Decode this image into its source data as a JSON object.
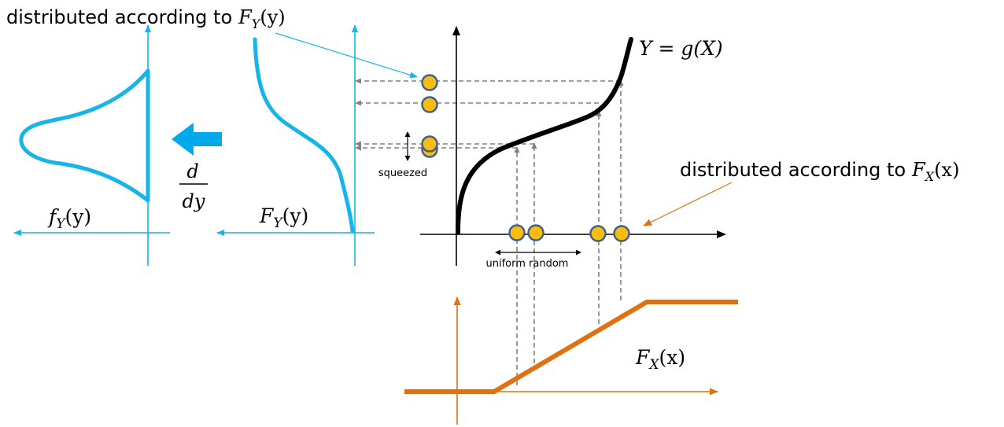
{
  "labels": {
    "top_annotation": "distributed according to",
    "top_annotation_math": "F",
    "top_annotation_sub": "Y",
    "top_annotation_arg": "(y)",
    "right_annotation": "distributed according to",
    "right_annotation_math": "F",
    "right_annotation_sub": "X",
    "right_annotation_arg": "(x)",
    "transform": "Y = g(X)",
    "pdf_label_f": "f",
    "pdf_label_sub": "Y",
    "pdf_label_arg": "(y)",
    "cdf_y_label_f": "F",
    "cdf_y_label_sub": "Y",
    "cdf_y_label_arg": "(y)",
    "cdf_x_label_f": "F",
    "cdf_x_label_sub": "X",
    "cdf_x_label_arg": "(x)",
    "derivative_num": "d",
    "derivative_den": "dy",
    "squeezed": "squeezed",
    "uniform_random": "uniform random"
  },
  "colors": {
    "blue": "#16b4e8",
    "orange": "#e07010",
    "dot_fill": "#f9bc10",
    "dot_stroke": "#3f5f86",
    "curve": "#000000",
    "dashed": "#808080",
    "arrow_blue_big": "#00a9ea"
  }
}
